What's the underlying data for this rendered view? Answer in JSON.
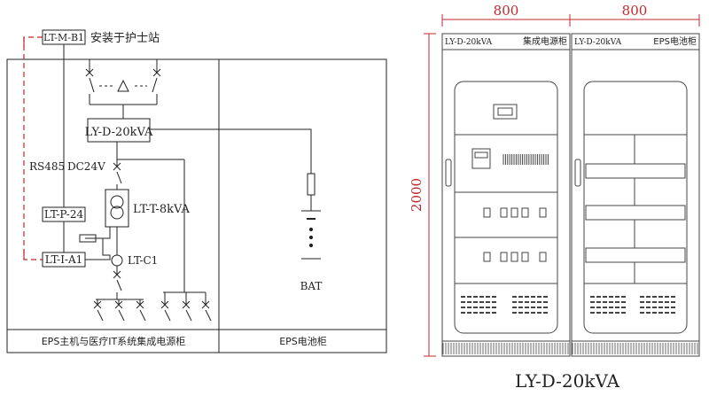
{
  "schematic": {
    "nodes": {
      "monitor": "LT-M-B1",
      "monitor_note": "安装于护士站",
      "ups": "LY-D-20kVA",
      "transformer": "LT-T-8kVA",
      "power_module": "LT-P-24",
      "insulation_module": "LT-I-A1",
      "current_sensor": "LT-C1",
      "battery": "BAT"
    },
    "edges": {
      "comm": "RS485",
      "dc": "DC24V"
    },
    "footer_main": "EPS主机与医疗IT系统集成电源柜",
    "footer_battery": "EPS电池柜"
  },
  "cabinet": {
    "width_left": "800",
    "width_right": "800",
    "height": "2000",
    "left_label_model": "LY-D-20kVA",
    "left_label_name": "集成电源柜",
    "right_label_model": "LY-D-20kVA",
    "right_label_name": "EPS电池柜",
    "caption": "LY-D-20kVA"
  },
  "colors": {
    "line": "#222222",
    "dimension": "#c0282d",
    "comm_line": "#c0282d"
  }
}
